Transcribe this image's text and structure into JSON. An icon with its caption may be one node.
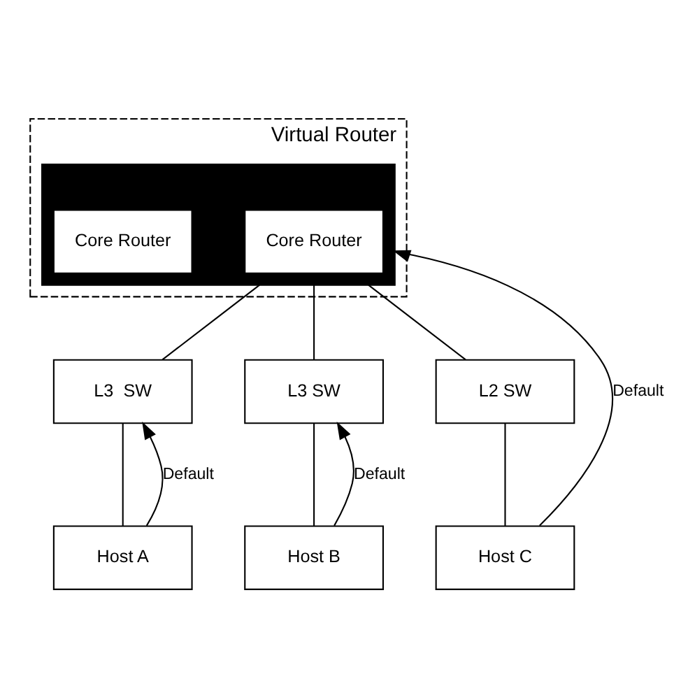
{
  "diagram": {
    "nodes": [
      {
        "text": [
          "Virtual Router"
        ]
      },
      {
        "text": [],
        "shape": "box",
        "in": 0
      },
      {
        "text": [
          "Core Router"
        ],
        "in": 1
      },
      {
        "text": [
          "Core Router"
        ],
        "in": 1
      },
      {
        "text": [
          "L3  SW"
        ]
      },
      {
        "text": [
          "L3 SW"
        ]
      },
      {
        "text": [
          "L2 SW"
        ]
      },
      {
        "text": [
          "Host A"
        ]
      },
      {
        "text": [
          "Host B"
        ]
      },
      {
        "text": [
          "Host C"
        ]
      }
    ],
    "edges": [
      {
        "from": 1,
        "to": 4,
        "arrow": "none"
      },
      {
        "from": 1,
        "to": 5,
        "arrow": "none"
      },
      {
        "from": 1,
        "to": 6,
        "arrow": "none"
      },
      {
        "from": 4,
        "to": 7,
        "arrow": "none"
      },
      {
        "from": 5,
        "to": 8,
        "arrow": "none"
      },
      {
        "from": 6,
        "to": 9,
        "arrow": "none"
      },
      {
        "from": 7,
        "to": 4,
        "arrow": "to",
        "label": "Default"
      },
      {
        "from": 8,
        "to": 5,
        "arrow": "to",
        "label": "Default"
      },
      {
        "from": 9,
        "to": 1,
        "arrow": "to",
        "label": "Default"
      }
    ]
  }
}
